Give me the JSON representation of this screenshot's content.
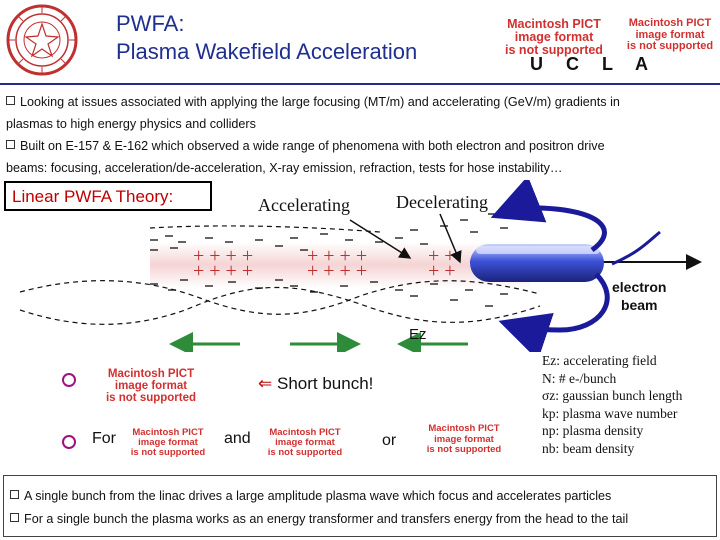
{
  "header": {
    "title_line1": "PWFA:",
    "title_line2": "Plasma Wakefield Acceleration",
    "ucla": "U C L A"
  },
  "placeholders": {
    "pict_line1": "Macintosh PICT",
    "pict_line2": "image format",
    "pict_line3": "is not supported"
  },
  "bullets": {
    "b1_line1": "Looking at issues associated with applying the large focusing (MT/m) and accelerating (GeV/m) gradients in",
    "b1_line2": "plasmas to high energy physics and colliders",
    "b2_line1": "Built on E-157 & E-162 which observed a wide range of phenomena with both electron and positron drive",
    "b2_line2": "beams: focusing, acceleration/de-acceleration, X-ray emission, refraction, tests for hose instability…"
  },
  "diagram": {
    "theory_label": "Linear PWFA Theory:",
    "accelerating": "Accelerating",
    "decelerating": "Decelerating",
    "electron": "electron",
    "beam": "beam",
    "ez": "Ez",
    "plus": "+"
  },
  "middle": {
    "short_bunch": "Short bunch!",
    "arrow": "⇐",
    "for_text": "For",
    "and_text": "and",
    "or_text": "or"
  },
  "legend": {
    "l1": "Ez: accelerating field",
    "l2": "N: # e-/bunch",
    "l3": "σz: gaussian bunch length",
    "l4": "kp: plasma wave number",
    "l5": "np: plasma density",
    "l6": "nb: beam density"
  },
  "bottom": {
    "line1": "A single bunch from the linac drives a large amplitude plasma wave which focus and accelerates particles",
    "line2": "For a single bunch the plasma works as an energy transformer and transfers energy from the head to the tail"
  },
  "colors": {
    "title": "#1f2f8f",
    "theory_text": "#c00000",
    "pict_text": "#d23030",
    "arrow_green": "#2e8b3a",
    "arrow_blue": "#1a1a9a"
  }
}
